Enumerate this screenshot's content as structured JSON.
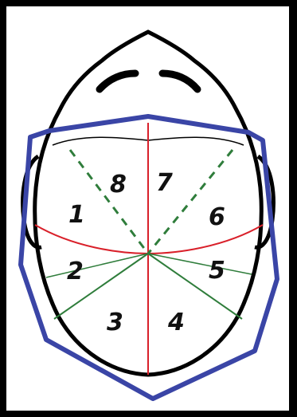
{
  "diagram": {
    "zones": [
      {
        "id": 1,
        "label": "1"
      },
      {
        "id": 2,
        "label": "2"
      },
      {
        "id": 3,
        "label": "3"
      },
      {
        "id": 4,
        "label": "4"
      },
      {
        "id": 5,
        "label": "5"
      },
      {
        "id": 6,
        "label": "6"
      },
      {
        "id": 7,
        "label": "7"
      },
      {
        "id": 8,
        "label": "8"
      }
    ],
    "colors": {
      "background": "#000000",
      "panel": "#ffffff",
      "outline": "#000000",
      "frame": "#3a45a6",
      "midline_red": "#d9202a",
      "sector_green": "#2f7d3b"
    }
  }
}
